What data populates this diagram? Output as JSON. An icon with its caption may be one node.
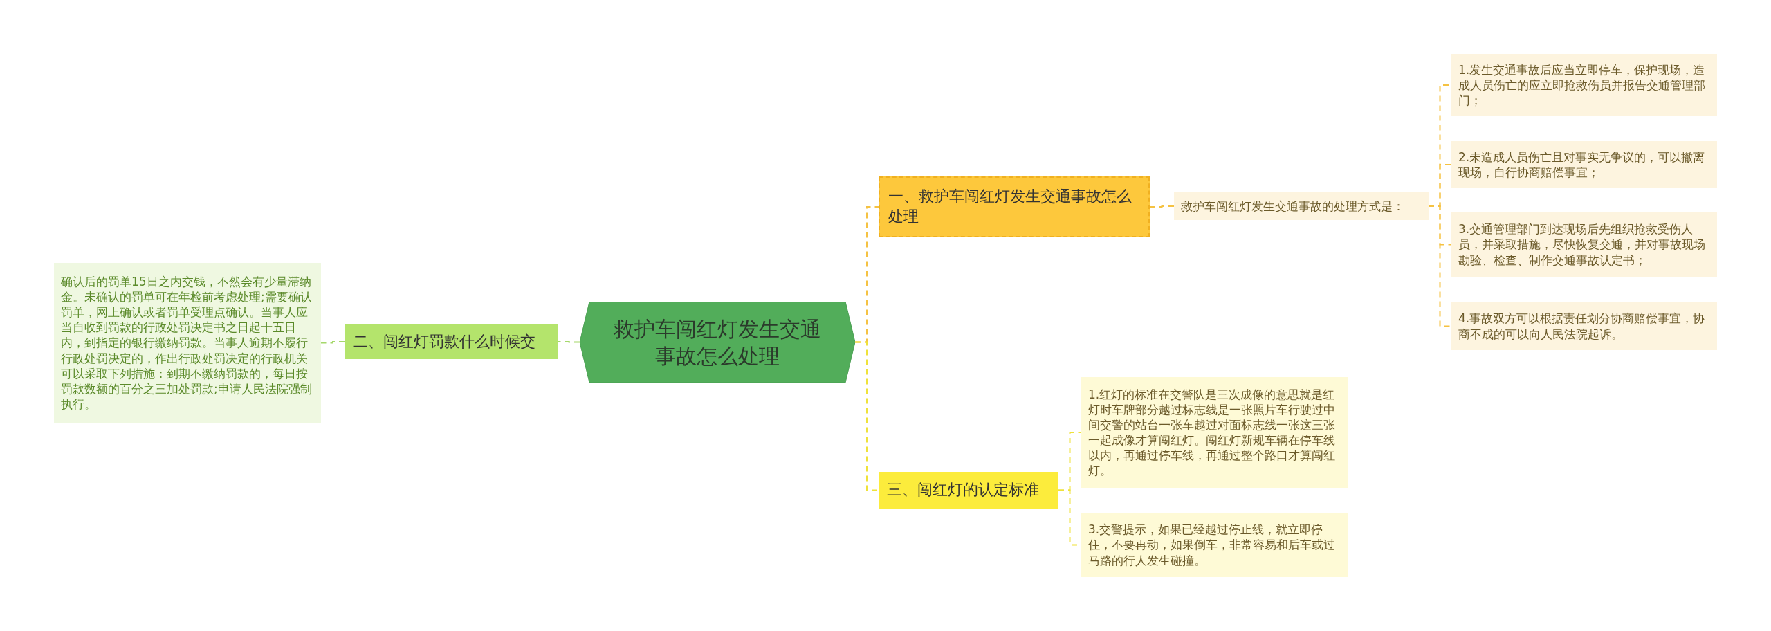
{
  "diagram": {
    "nodes": [
      {
        "text": [
          "救护车闯红灯发生交通事故怎么处理"
        ]
      },
      {
        "text": [
          "一、救护车闯红灯发生交通事故怎么处理"
        ]
      },
      {
        "text": [
          "救护车闯红灯发生交通事故的处理方式是："
        ]
      },
      {
        "text": [
          "1.发生交通事故后应当立即停车，保护现场，造成人员伤亡的应立即抢救伤员并报告交通管理部门；"
        ]
      },
      {
        "text": [
          "2.未造成人员伤亡且对事实无争议的，可以撤离现场，自行协商赔偿事宜；"
        ]
      },
      {
        "text": [
          "3.交通管理部门到达现场后先组织抢救受伤人员，并采取措施，尽快恢复交通，并对事故现场勘验、检查、制作交通事故认定书；"
        ]
      },
      {
        "text": [
          "4.事故双方可以根据责任划分协商赔偿事宜，协商不成的可以向人民法院起诉。"
        ]
      },
      {
        "text": [
          "二、闯红灯罚款什么时候交"
        ]
      },
      {
        "text": [
          "确认后的罚单15日之内交钱，不然会有少量滞纳金。未确认的罚单可在年检前考虑处理;需要确认罚单，网上确认或者罚单受理点确认。当事人应当自收到罚款的行政处罚决定书之日起十五日内，到指定的银行缴纳罚款。当事人逾期不履行行政处罚决定的，作出行政处罚决定的行政机关可以采取下列措施：到期不缴纳罚款的，每日按罚款数额的百分之三加处罚款;申请人民法院强制执行。"
        ]
      },
      {
        "text": [
          "三、闯红灯的认定标准"
        ]
      },
      {
        "text": [
          "1.红灯的标准在交警队是三次成像的意思就是红灯时车牌部分越过标志线是一张照片车行驶过中间交警的站台一张车越过对面标志线一张这三张一起成像才算闯红灯。闯红灯新规车辆在停车线以内，再通过停车线，再通过整个路口才算闯红灯。"
        ]
      },
      {
        "text": [
          "3.交警提示，如果已经越过停止线，就立即停住，不要再动，如果倒车，非常容易和后车或过马路的行人发生碰撞。"
        ]
      }
    ],
    "edges": [
      {
        "from": 0,
        "to": 1,
        "arrow": "none",
        "style": "dashed"
      },
      {
        "from": 1,
        "to": 2,
        "arrow": "none",
        "style": "dashed"
      },
      {
        "from": 2,
        "to": 3,
        "arrow": "none",
        "style": "dashed"
      },
      {
        "from": 2,
        "to": 4,
        "arrow": "none",
        "style": "dashed"
      },
      {
        "from": 2,
        "to": 5,
        "arrow": "none",
        "style": "dashed"
      },
      {
        "from": 2,
        "to": 6,
        "arrow": "none",
        "style": "dashed"
      },
      {
        "from": 0,
        "to": 7,
        "arrow": "none",
        "style": "dashed",
        "color": "#a5d86b"
      },
      {
        "from": 7,
        "to": 8,
        "arrow": "none",
        "style": "dashed",
        "color": "#a5d86b"
      },
      {
        "from": 0,
        "to": 9,
        "arrow": "none",
        "style": "dashed",
        "color": "#efe23a"
      },
      {
        "from": 9,
        "to": 10,
        "arrow": "none",
        "style": "dashed",
        "color": "#efe23a"
      },
      {
        "from": 9,
        "to": 11,
        "arrow": "none",
        "style": "dashed",
        "color": "#efe23a"
      }
    ]
  }
}
